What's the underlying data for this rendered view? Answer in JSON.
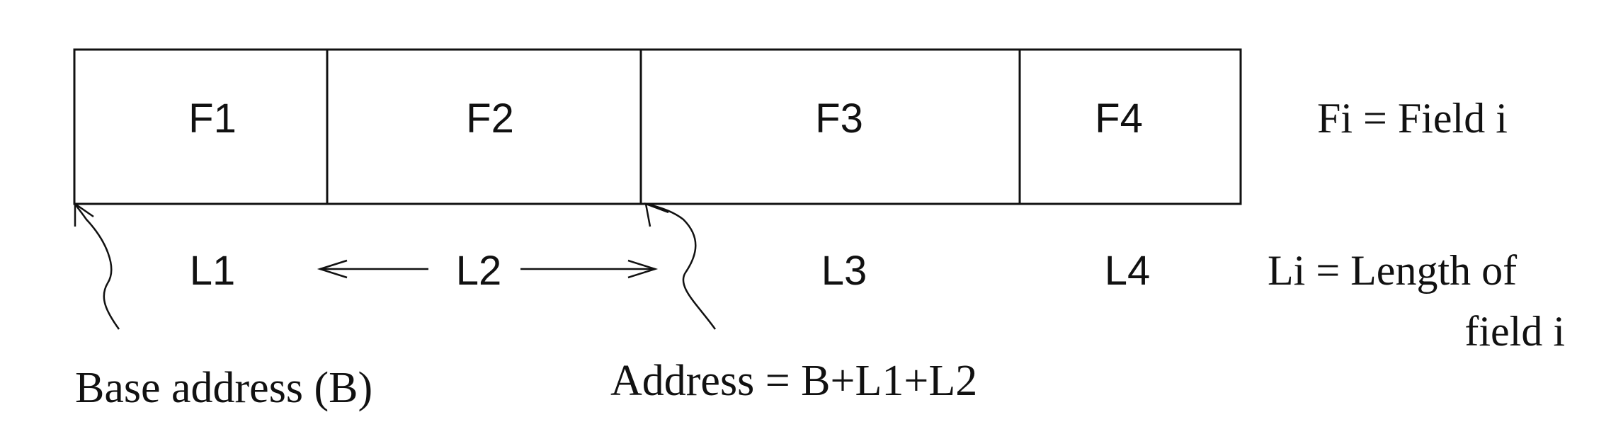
{
  "fields": [
    {
      "label": "F1",
      "length": "L1"
    },
    {
      "label": "F2",
      "length": "L2"
    },
    {
      "label": "F3",
      "length": "L3"
    },
    {
      "label": "F4",
      "length": "L4"
    }
  ],
  "legend": {
    "field_def": "Fi = Field  i",
    "length_def_line1": "Li = Length of",
    "length_def_line2": "field  i"
  },
  "annotations": {
    "base_address": "Base address (B)",
    "address": "Address = B+L1+L2"
  },
  "colors": {
    "ink": "#111111",
    "background": "#ffffff"
  }
}
